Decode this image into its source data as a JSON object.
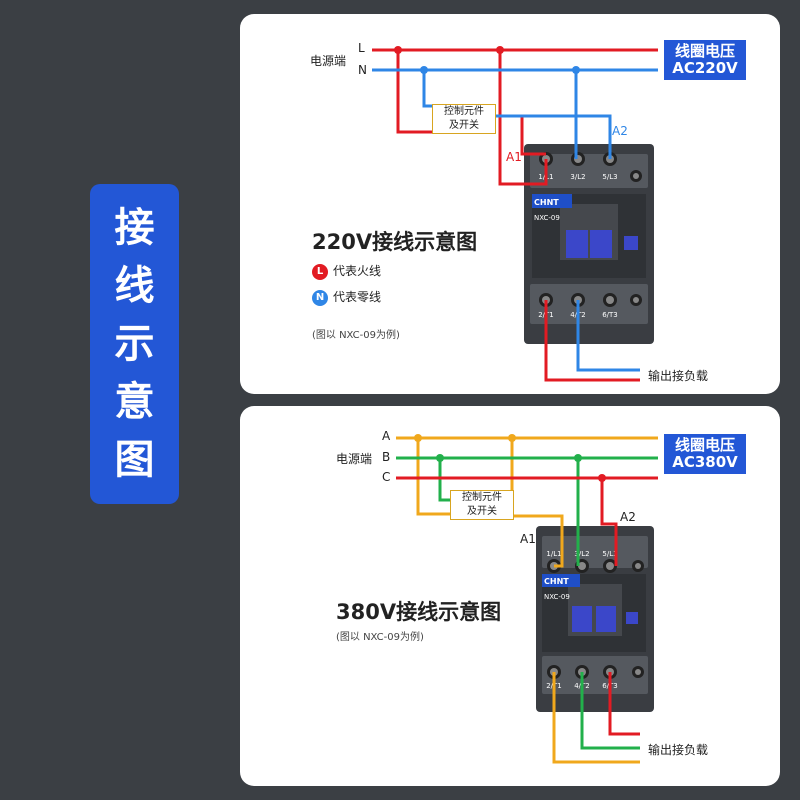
{
  "side_title": [
    "接",
    "线",
    "示",
    "意",
    "图"
  ],
  "brand": "CHNT",
  "panel_220": {
    "source_label": "电源端",
    "line_L": "L",
    "line_N": "N",
    "coil_voltage_title": "线圈电压",
    "coil_voltage_value": "AC220V",
    "control_box": [
      "控制元件",
      "及开关"
    ],
    "a1": "A1",
    "a2": "A2",
    "title": "220V接线示意图",
    "legend_L_letter": "L",
    "legend_L_text": "代表火线",
    "legend_N_letter": "N",
    "legend_N_text": "代表零线",
    "note": "(图以 NXC-09为例)",
    "model": "NXC-09",
    "output_label": "输出接负载",
    "top_terminals": [
      "1/L1",
      "3/L2",
      "5/L3"
    ],
    "bottom_terminals": [
      "2/T1",
      "4/T2",
      "6/T3"
    ],
    "colors": {
      "live": "#e21b23",
      "neutral": "#2f86e6"
    }
  },
  "panel_380": {
    "source_label": "电源端",
    "line_A": "A",
    "line_B": "B",
    "line_C": "C",
    "coil_voltage_title": "线圈电压",
    "coil_voltage_value": "AC380V",
    "control_box": [
      "控制元件",
      "及开关"
    ],
    "a1": "A1",
    "a2": "A2",
    "title": "380V接线示意图",
    "note": "(图以 NXC-09为例)",
    "model": "NXC-09",
    "output_label": "输出接负载",
    "top_terminals": [
      "1/L1",
      "3/L2",
      "5/L3"
    ],
    "bottom_terminals": [
      "2/T1",
      "4/T2",
      "6/T3"
    ],
    "colors": {
      "a": "#f0a81c",
      "b": "#22b04b",
      "c": "#e21b23"
    }
  },
  "colors": {
    "accent": "#2357d6",
    "background": "#3b3f44"
  }
}
